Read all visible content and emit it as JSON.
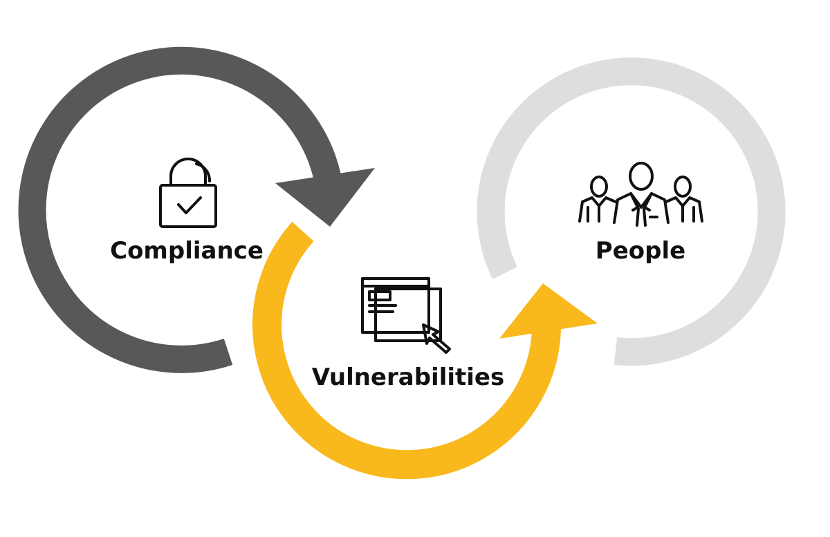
{
  "nodes": [
    {
      "key": "compliance",
      "label": "Compliance",
      "icon": "padlock-check-icon"
    },
    {
      "key": "vulnerabilities",
      "label": "Vulnerabilities",
      "icon": "browser-cursor-icon"
    },
    {
      "key": "people",
      "label": "People",
      "icon": "people-group-icon"
    }
  ],
  "colors": {
    "compliance_ring": "#58585a",
    "vulnerabilities_ring": "#f9b81c",
    "people_ring": "#dedede",
    "text": "#111111",
    "background": "#ffffff"
  }
}
